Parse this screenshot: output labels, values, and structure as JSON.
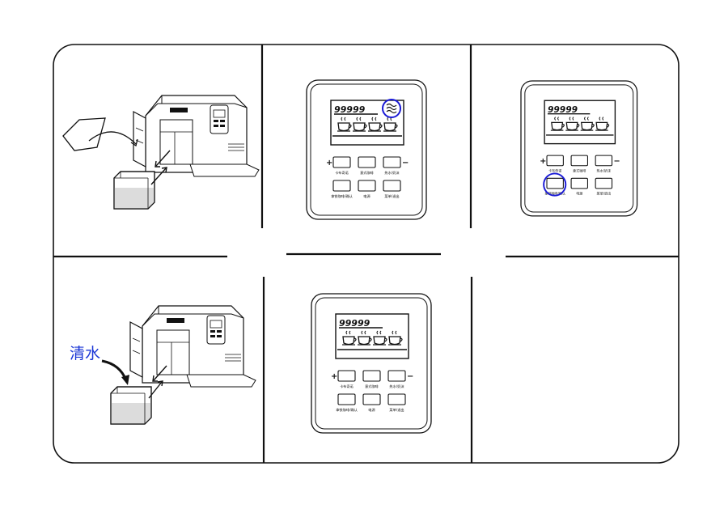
{
  "annotations": {
    "clean_water_label": "清水"
  },
  "colors": {
    "line": "#111111",
    "highlight_blue": "#1a1ad6",
    "label_blue": "#1a36d6",
    "tank_fill": "#dcdcdc"
  },
  "control_panels": [
    {
      "display_number": "99999",
      "status_icon": "steam-wave-icon",
      "highlight": "status-icon",
      "buttons": {
        "plus": "+",
        "minus": "−",
        "cappuccino": "卡布奇诺",
        "espresso": "意式咖啡",
        "hot_water_milk": "热水/奶沫",
        "americano_confirm": "拿铁咖啡/确认",
        "power": "电源",
        "menu_exit": "菜单/退出"
      }
    },
    {
      "display_number": "99999",
      "status_icon": "",
      "highlight": "americano-confirm-button",
      "buttons": {
        "plus": "+",
        "minus": "−",
        "cappuccino": "卡布奇诺",
        "espresso": "意式咖啡",
        "hot_water_milk": "热水/奶沫",
        "americano_confirm": "拿铁咖啡/确认",
        "power": "电源",
        "menu_exit": "菜单/退出"
      }
    },
    {
      "display_number": "99999",
      "status_icon": "",
      "highlight": "",
      "buttons": {
        "plus": "+",
        "minus": "−",
        "cappuccino": "卡布奇诺",
        "espresso": "意式咖啡",
        "hot_water_milk": "热水/奶沫",
        "americano_confirm": "拿铁咖啡/确认",
        "power": "电源",
        "menu_exit": "菜单/退出"
      }
    }
  ]
}
